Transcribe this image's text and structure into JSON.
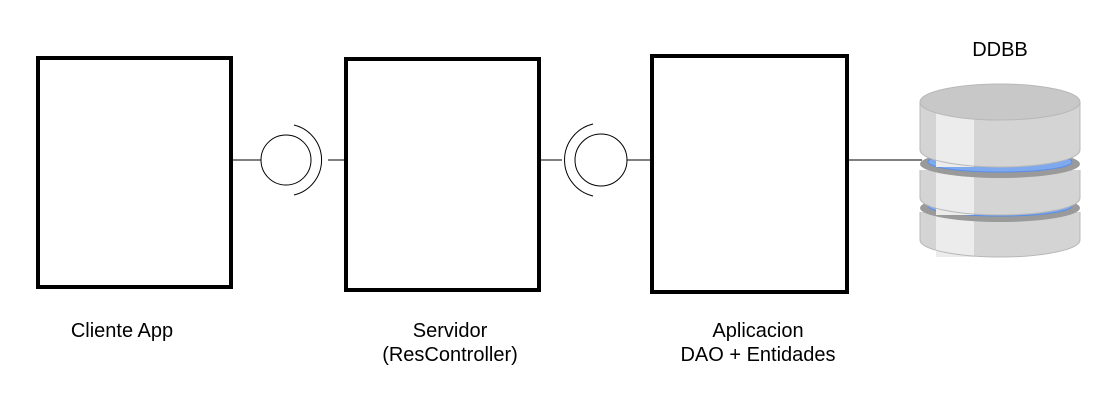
{
  "components": [
    {
      "id": "cliente",
      "lines": [
        "Cliente App"
      ]
    },
    {
      "id": "servidor",
      "lines": [
        "Servidor",
        "(ResController)"
      ]
    },
    {
      "id": "aplicacion",
      "lines": [
        "Aplicacion",
        "DAO + Entidades"
      ]
    }
  ],
  "database": {
    "title": "DDBB"
  },
  "colors": {
    "stroke": "#000000",
    "db_body": "#d4d4d4",
    "db_top": "#c8c8c8",
    "db_highlight": "#ececec",
    "db_ring": "#7fa9ee",
    "db_ring_edge": "#5a8ee6",
    "db_shadow": "#9a9a9a"
  }
}
